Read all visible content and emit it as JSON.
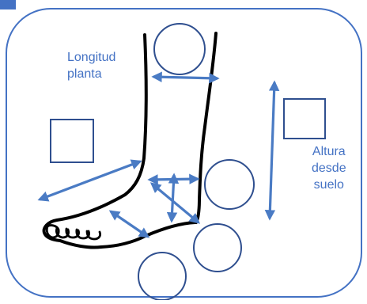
{
  "diagram": {
    "labels": {
      "longitud_line1": "Longitud",
      "longitud_line2": "planta",
      "altura_line1": "Altura",
      "altura_line2": "desde",
      "altura_line3": "suelo"
    },
    "icons": {
      "foot": "leg-and-foot-outline",
      "arrows": "double-headed-measurement-arrows",
      "placeholders": "empty-circle-and-square-input-boxes"
    },
    "colors": {
      "frame": "#4472c4",
      "arrow": "#4a7bc4",
      "placeholder_outline": "#2f4f8f",
      "foot_outline": "#000000",
      "label_text": "#4472c4",
      "background": "#ffffff"
    }
  }
}
